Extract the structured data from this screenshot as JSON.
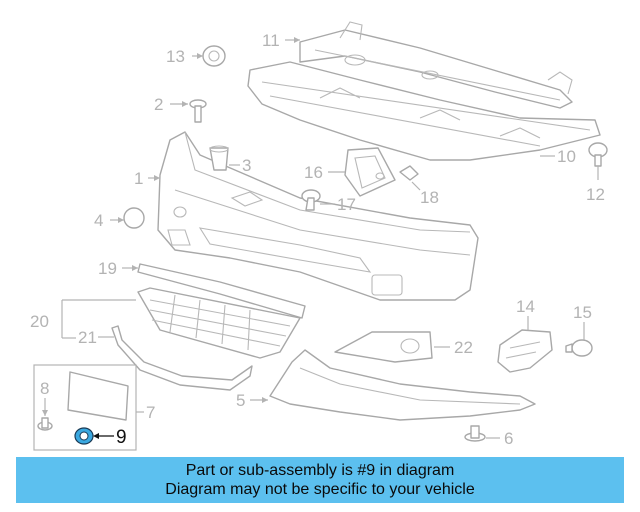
{
  "callouts": {
    "p1": "1",
    "p2": "2",
    "p3": "3",
    "p4": "4",
    "p5": "5",
    "p6": "6",
    "p7": "7",
    "p8": "8",
    "p9": "9",
    "p10": "10",
    "p11": "11",
    "p12": "12",
    "p13": "13",
    "p14": "14",
    "p15": "15",
    "p16": "16",
    "p17": "17",
    "p18": "18",
    "p19": "19",
    "p20": "20",
    "p21": "21",
    "p22": "22"
  },
  "highlight_part": "9",
  "colors": {
    "banner": "#5cc0ef",
    "highlight_part": "#3aa8e0",
    "lines": "#b3b3b3"
  },
  "banner": {
    "line1": "Part or sub-assembly is #9 in diagram",
    "line2": "Diagram may not be specific to your vehicle"
  }
}
